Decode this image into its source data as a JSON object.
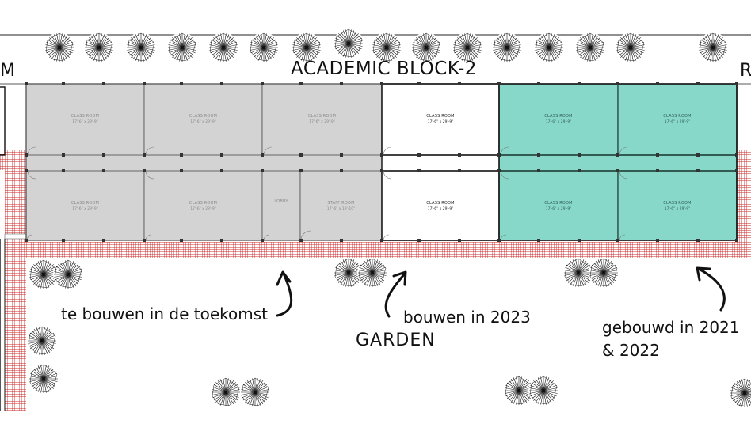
{
  "title": "ACADEMIC BLOCK-2",
  "edge_left": "M",
  "edge_right": "R",
  "garden": "GARDEN",
  "notes": {
    "future": "te bouwen in de toekomst",
    "build_2023": "bouwen in 2023",
    "built_line1": "gebouwd in 2021",
    "built_line2": "& 2022"
  },
  "colors": {
    "future": "#d3d3d3",
    "build_2023": "#ffffff",
    "built": "#88d8ca",
    "paving": "#cc2b2b"
  },
  "rooms": [
    {
      "id": "r1",
      "name": "CLASS ROOM",
      "dim": "17'-6\" x 29'-9\"",
      "status": "future"
    },
    {
      "id": "r2",
      "name": "CLASS ROOM",
      "dim": "17'-6\" x 29'-9\"",
      "status": "future"
    },
    {
      "id": "r3",
      "name": "CLASS ROOM",
      "dim": "17'-6\" x 29'-9\"",
      "status": "future"
    },
    {
      "id": "r4",
      "name": "CLASS ROOM",
      "dim": "17'-6\" x 29'-9\"",
      "status": "build_2023"
    },
    {
      "id": "r5",
      "name": "CLASS ROOM",
      "dim": "17'-6\" x 29'-9\"",
      "status": "built"
    },
    {
      "id": "r6",
      "name": "CLASS ROOM",
      "dim": "17'-6\" x 29'-9\"",
      "status": "built"
    },
    {
      "id": "r7",
      "name": "CLASS ROOM",
      "dim": "17'-6\" x 29'-9\"",
      "status": "future"
    },
    {
      "id": "r8",
      "name": "CLASS ROOM",
      "dim": "17'-6\" x 29'-9\"",
      "status": "future"
    },
    {
      "id": "r9",
      "name": "LOBBY",
      "dim": "",
      "status": "future"
    },
    {
      "id": "r10",
      "name": "STAFF ROOM",
      "dim": "17'-6\" x 19'-10\"",
      "status": "future"
    },
    {
      "id": "r11",
      "name": "CLASS ROOM",
      "dim": "17'-6\" x 29'-9\"",
      "status": "build_2023"
    },
    {
      "id": "r12",
      "name": "CLASS ROOM",
      "dim": "17'-6\" x 29'-9\"",
      "status": "built"
    },
    {
      "id": "r13",
      "name": "CLASS ROOM",
      "dim": "17'-6\" x 29'-9\"",
      "status": "built"
    }
  ],
  "trees": [
    {
      "id": "row-top",
      "count": 16
    },
    {
      "id": "cluster-left",
      "count": 2
    },
    {
      "id": "cluster-mid",
      "count": 2
    },
    {
      "id": "cluster-right",
      "count": 2
    },
    {
      "id": "column-left",
      "count": 2
    },
    {
      "id": "bottom",
      "count": 5
    }
  ]
}
